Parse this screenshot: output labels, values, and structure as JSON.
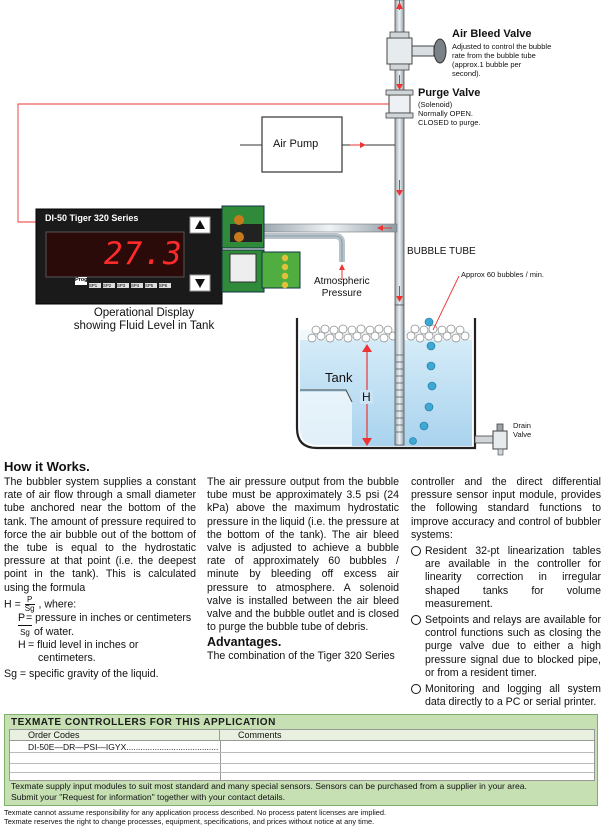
{
  "diagram": {
    "air_bleed_valve": {
      "title": "Air Bleed Valve",
      "desc": [
        "Adjusted to control the bubble",
        "rate from the bubble tube",
        "(approx.1 bubble per",
        "second)."
      ]
    },
    "purge_valve": {
      "title": "Purge Valve",
      "desc": [
        "(Solenoid)",
        "Normally OPEN.",
        "CLOSED to purge."
      ]
    },
    "air_pump": "Air Pump",
    "controller": {
      "model": "DI-50 Tiger 320 Series",
      "reading": "27.3",
      "prog": "Prog",
      "setpoints": [
        "SP1",
        "SP2",
        "SP3",
        "SP4",
        "SP5",
        "SP6"
      ]
    },
    "bubble_tube": "BUBBLE TUBE",
    "atmospheric": [
      "Atmospheric",
      "Pressure"
    ],
    "bubbles_rate": "Approx 60 bubbles / min.",
    "display_caption": [
      "Operational Display",
      "showing Fluid Level in Tank"
    ],
    "tank": "Tank",
    "level": "H",
    "drain_valve": [
      "Drain",
      "Valve"
    ]
  },
  "article": {
    "heading": "How it Works.",
    "col1_para": "The bubbler system supplies a constant rate of air flow through a small diameter tube anchored near the bottom of the tank. The amount of pressure required to force the air bubble out of the bottom of the tube is equal to the hydrostatic pressure at that point (i.e. the deepest point in the tank). This is calculated using the formula",
    "formula": {
      "lhs": "H =",
      "num": "P",
      "den": "Sg",
      "tail": ", where:"
    },
    "defs": [
      {
        "sym": "P",
        "text": "= pressure in inches or centimeters"
      },
      {
        "sym": "Sg",
        "text": "of water."
      },
      {
        "sym": "H",
        "text": "= fluid level in inches or"
      },
      {
        "sym": "",
        "text": "centimeters."
      },
      {
        "sym": "Sg",
        "text": "= specific gravity of the liquid."
      }
    ],
    "col2_para": "The air pressure output from the bubble tube must be approximately 3.5 psi (24 kPa) above the maximum hydrostatic pressure in the liquid (i.e. the pressure at the bottom of the tank). The air bleed valve is adjusted to achieve a bubble rate of approximately 60 bubbles / minute by bleeding off excess air pressure to atmosphere. A solenoid valve is installed between the air bleed valve and the bubble outlet and is closed to purge the bubble tube of debris.",
    "advantages_heading": "Advantages.",
    "advantages_intro": "The combination of the Tiger 320 Series",
    "col3_para": "controller and the direct differential pressure sensor input module, provides the following standard functions to improve accuracy and control of bubbler systems:",
    "bullets": [
      "Resident 32-pt linearization tables are available in the controller for linearity correction in irregular shaped tanks for volume measurement.",
      "Setpoints and relays are available for control functions such as closing the purge valve due to either a high pressure signal due to blocked pipe, or from a resident timer.",
      "Monitoring and logging all system data directly to a PC or serial printer."
    ]
  },
  "order_panel": {
    "title": "TEXMATE CONTROLLERS FOR THIS APPLICATION",
    "col_order": "Order Codes",
    "col_comments": "Comments",
    "code": "DI-50E—DR—PSI—IGYX.......................................",
    "note1": "Texmate supply input modules to suit most standard and many special sensors. Sensors can be purchased from a supplier in your area.",
    "note2": "Submit your \"Request for information\" together with your contact details."
  },
  "footer": [
    "Texmate cannot assume responsibility for any application process described. No process patent licenses are implied.",
    "Texmate reserves the right to change processes, equipment, specifications, and prices without notice at any time."
  ]
}
